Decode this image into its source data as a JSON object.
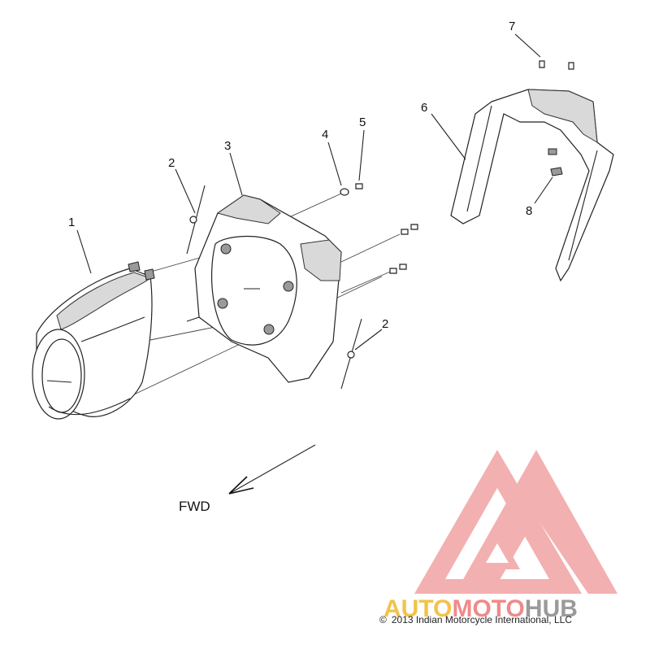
{
  "diagram": {
    "callouts": [
      {
        "id": "c1",
        "text": "1"
      },
      {
        "id": "c2a",
        "text": "2"
      },
      {
        "id": "c2b",
        "text": "2"
      },
      {
        "id": "c3",
        "text": "3"
      },
      {
        "id": "c4",
        "text": "4"
      },
      {
        "id": "c5",
        "text": "5"
      },
      {
        "id": "c6",
        "text": "6"
      },
      {
        "id": "c7",
        "text": "7"
      },
      {
        "id": "c8",
        "text": "8"
      }
    ],
    "direction_label": "FWD",
    "copyright": "2013 Indian Motorcycle International, LLC",
    "copyright_symbol": "©"
  },
  "watermark": {
    "word_auto": "AUTO",
    "word_moto": "MOTO",
    "word_hub": "HUB",
    "colors": {
      "triangle": "#f2a3a3",
      "auto": "#f3c24a",
      "moto": "#f08a8a",
      "hub": "#9a9a9a"
    }
  }
}
